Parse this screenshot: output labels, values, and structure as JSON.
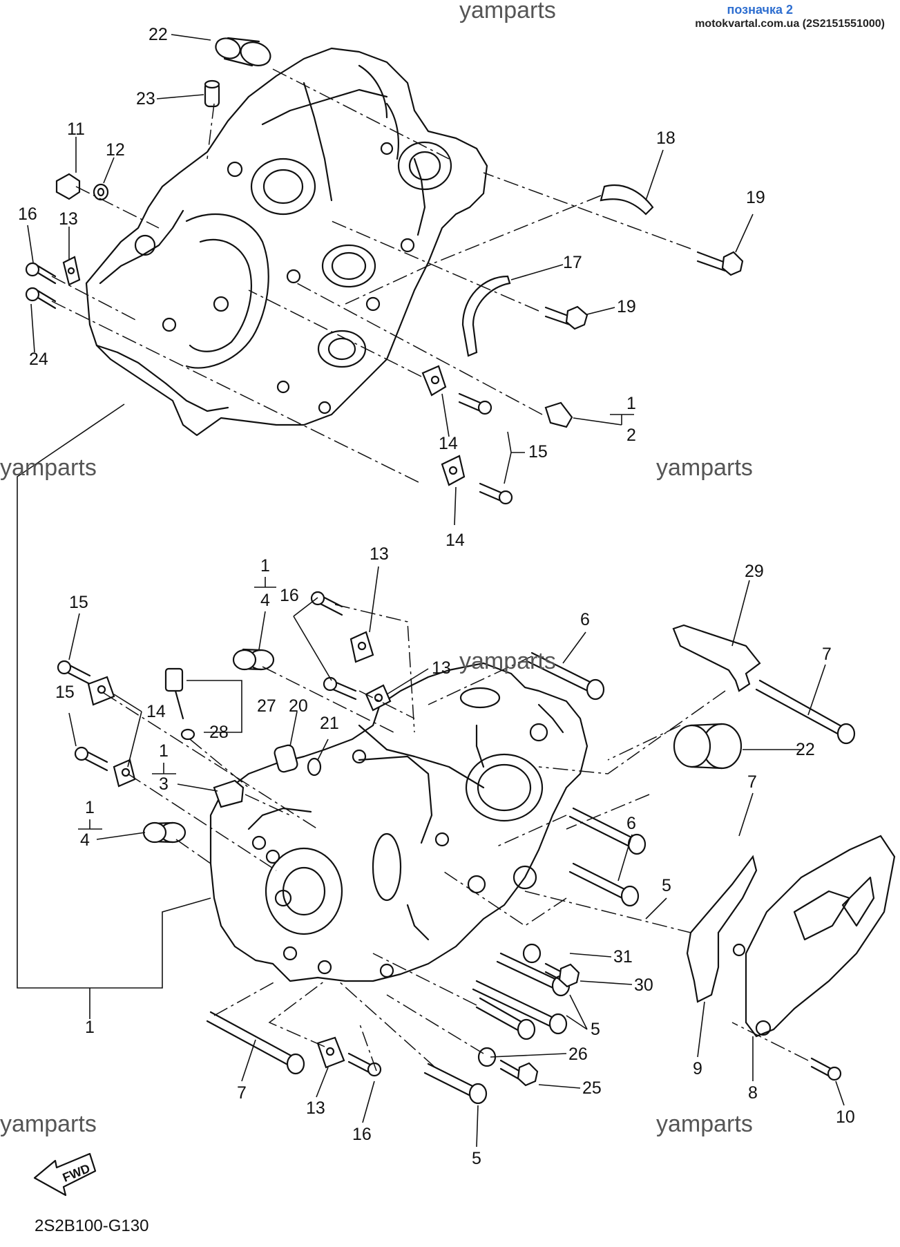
{
  "header": {
    "badge": "позначка 2",
    "source": "motokvartal.com.ua (2S2151551000)"
  },
  "watermarks": [
    "yamparts",
    "yamparts",
    "yamparts",
    "yamparts",
    "yamparts",
    "yamparts"
  ],
  "figure_code": "2S2B100-G130",
  "fwd_label": "FWD",
  "callouts": [
    "22",
    "23",
    "11",
    "12",
    "16",
    "13",
    "24",
    "18",
    "19",
    "17",
    "19",
    "1",
    "2",
    "14",
    "15",
    "14",
    "1",
    "4",
    "13",
    "15",
    "16",
    "13",
    "6",
    "29",
    "7",
    "15",
    "14",
    "27",
    "28",
    "20",
    "21",
    "22",
    "1",
    "3",
    "1",
    "4",
    "7",
    "6",
    "5",
    "31",
    "30",
    "5",
    "26",
    "25",
    "1",
    "7",
    "13",
    "16",
    "5",
    "9",
    "8",
    "10"
  ]
}
